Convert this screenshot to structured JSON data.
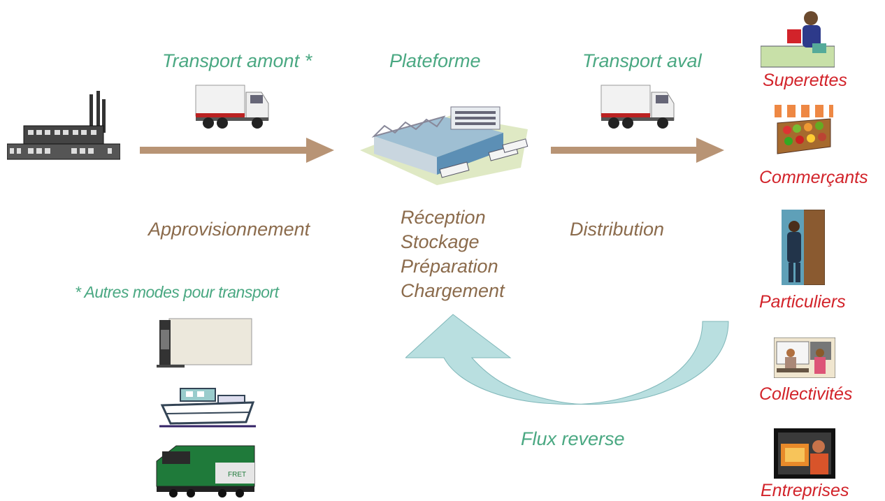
{
  "labels": {
    "transport_amont": "Transport amont *",
    "plateforme": "Plateforme",
    "transport_aval": "Transport aval",
    "approvisionnement": "Approvisionnement",
    "distribution": "Distribution",
    "autres_modes": "* Autres modes pour transport",
    "flux_reverse": "Flux reverse"
  },
  "platform_steps": [
    "Réception",
    "Stockage",
    "Préparation",
    "Chargement"
  ],
  "destinations": [
    "Superettes",
    "Commerçants",
    "Particuliers",
    "Collectivités",
    "Entreprises"
  ],
  "colors": {
    "green_text": "#4aa882",
    "brown_text": "#8b6b4c",
    "red_text": "#d2232a",
    "arrow": "#b89475",
    "reverse_arrow": "#b9dfe0"
  }
}
